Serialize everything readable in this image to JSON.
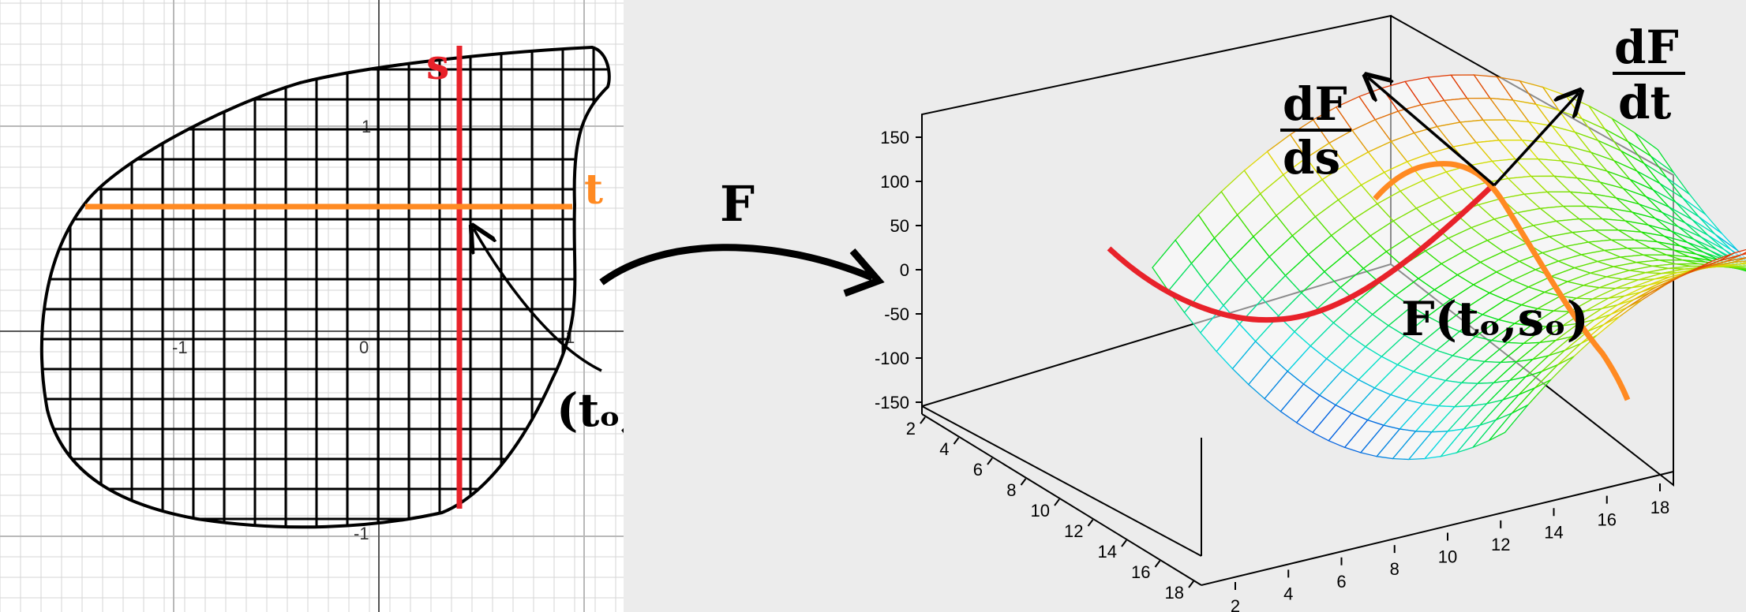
{
  "left_plane": {
    "tick_labels": {
      "x_neg1": "-1",
      "x_zero": "0",
      "x_one": "1",
      "y_one": "1",
      "y_neg1": "-1"
    },
    "label_s": "s",
    "label_t": "t",
    "point_label": "(tₒ,sₒ)",
    "colors": {
      "s_line": "#e8222a",
      "t_line": "#ff8a22",
      "mesh": "#000000",
      "background_grid": "#d6d6d6"
    }
  },
  "mapping": {
    "label": "F"
  },
  "surface_plot": {
    "colors": {
      "panel": "#ececec",
      "red_curve": "#e8222a",
      "orange_curve": "#ff8a22"
    },
    "z_ticks": [
      "150",
      "100",
      "50",
      "0",
      "-50",
      "-100",
      "-150"
    ],
    "left_axis_ticks": [
      "2",
      "4",
      "6",
      "8",
      "10",
      "12",
      "14",
      "16",
      "18"
    ],
    "front_axis_ticks": [
      "2",
      "4",
      "6",
      "8",
      "10",
      "12",
      "14",
      "16",
      "18"
    ],
    "ds_label": {
      "numerator": "dF",
      "denominator": "ds"
    },
    "dt_label": {
      "numerator": "dF",
      "denominator": "dt"
    },
    "point_label": "F(tₒ,sₒ)"
  }
}
